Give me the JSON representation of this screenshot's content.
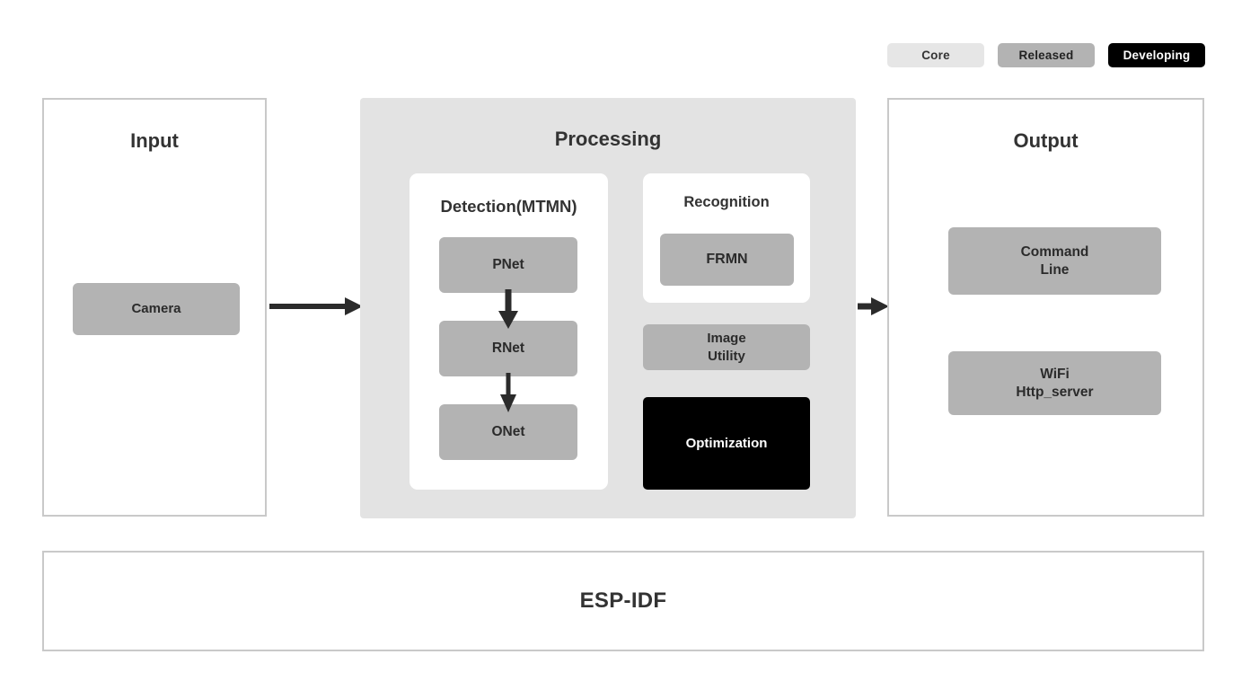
{
  "legend": {
    "items": [
      {
        "label": "Core",
        "color": "#e6e6e6",
        "name": "core"
      },
      {
        "label": "Released",
        "color": "#b3b3b3",
        "name": "released"
      },
      {
        "label": "Developing",
        "color": "#000000",
        "name": "developing"
      }
    ]
  },
  "input": {
    "title": "Input",
    "camera": "Camera"
  },
  "processing": {
    "title": "Processing",
    "detection": {
      "title": "Detection(MTMN)",
      "stages": [
        "PNet",
        "RNet",
        "ONet"
      ]
    },
    "recognition": {
      "title": "Recognition",
      "model": "FRMN"
    },
    "image_utility": "Image\nUtility",
    "image_utility_line1": "Image",
    "image_utility_line2": "Utility",
    "optimization": "Optimization"
  },
  "output": {
    "title": "Output",
    "command_line_line1": "Command",
    "command_line_line2": "Line",
    "wifi_line1": "WiFi",
    "wifi_line2": "Http_server"
  },
  "foundation": {
    "label": "ESP-IDF"
  },
  "colors": {
    "core": "#e6e6e6",
    "released": "#b3b3b3",
    "developing": "#000000",
    "panel_border": "#c9c9c9",
    "processing_bg": "#e3e3e3",
    "text_dark": "#333333",
    "arrow": "#2b2b2b"
  }
}
